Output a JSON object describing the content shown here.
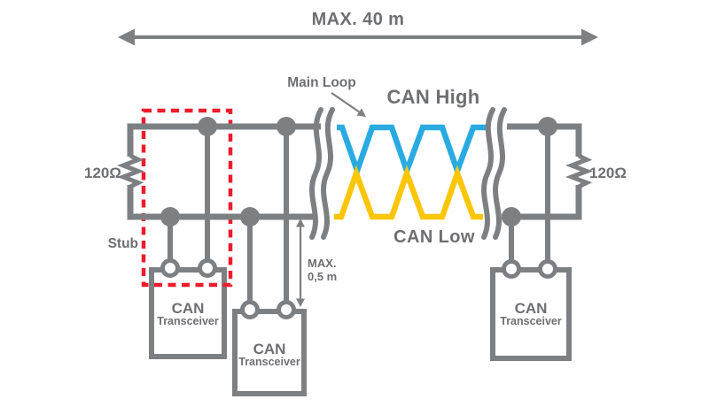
{
  "diagram": {
    "bus_length_label": "MAX. 40 m",
    "main_loop_label": "Main Loop",
    "can_high_label": "CAN High",
    "can_low_label": "CAN Low",
    "left_resistor_label": "120Ω",
    "right_resistor_label": "120Ω",
    "stub_label": "Stub",
    "stub_length_line1": "MAX.",
    "stub_length_line2": "0,5 m",
    "transceivers": [
      {
        "line1": "CAN",
        "line2": "Transceiver"
      },
      {
        "line1": "CAN",
        "line2": "Transceiver"
      },
      {
        "line1": "CAN",
        "line2": "Transceiver"
      }
    ]
  },
  "colors": {
    "background": "#ffffff",
    "line_gray": "#7d8083",
    "text_gray": "#6e6f72",
    "can_high_blue": "#29abe2",
    "can_low_yellow": "#fcc608",
    "stub_red": "#ed1c2c"
  }
}
